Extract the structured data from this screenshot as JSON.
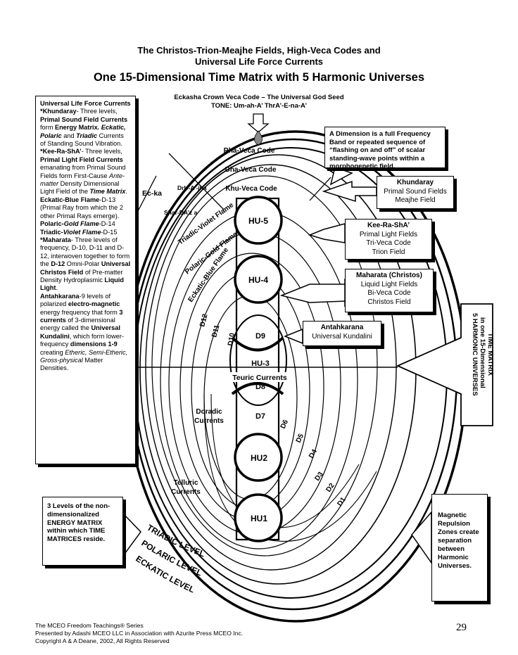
{
  "header": {
    "title_line1": "The Christos-Trion-Meajhe Fields, High-Veca Codes and",
    "title_line2": "Universal Life Force Currents",
    "title_main": "One 15-Dimensional Time Matrix with 5 Harmonic Universes"
  },
  "crown": {
    "line1": "Eckasha Crown Veca Code – The Universal God Seed",
    "line2": "TONE: Um-ah-A’ ThrA’-E-na-A’"
  },
  "left_box": {
    "heading": "Universal Life Force Currents",
    "p1_term": "*Khundaray",
    "p1_text": "- Three levels,",
    "p1_bold": "Primal Sound Field Currents",
    "p1_text2": " form ",
    "p1_bold2": "Energy Matrix",
    "p1_italic": ". Eckatic, Polaric",
    "p1_text3": " and ",
    "p1_italic2": "Triadic",
    "p1_text4": " Currents of Standing Sound Vibration.",
    "p2_term": "*Kee-Ra-ShA’",
    "p2_text": "- Three levels,",
    "p2_bold": "Primal Light Field Currents",
    "p2_text2": " emanating from Primal Sound Fields form First-Cause ",
    "p2_italic": "Ante-matter",
    "p2_text3": " Density Dimensional Light Field of the ",
    "p2_bold_italic": "Time Matrix",
    "p2_text4": ".",
    "p3_term": "Eckatic-Blue Flame",
    "p3_text": "-D-13 (Primal Ray from which the 2 other Primal Rays emerge).",
    "p4_term": "Polaric-",
    "p4_term_italic": "Gold Flame",
    "p4_text": "-D-14",
    "p5_term": "Triadic-",
    "p5_term_italic": "Violet Flame",
    "p5_text": "-D-15",
    "p6_term": "*Maharata",
    "p6_text": "- Three levels of frequency, D-10, D-11 and D-12, interwoven together to form the ",
    "p6_bold": "D-12",
    "p6_text2": " Omni-Polar ",
    "p6_bold2": "Universal Christos Field",
    "p6_text3": " of Pre-matter Density Hydroplasmic ",
    "p6_bold3": "Liquid Light",
    "p6_text4": ".",
    "p7_term": "Antahkarana",
    "p7_text": "-9 levels of polarized ",
    "p7_bold": "electro-magnetic",
    "p7_text2": " energy frequency that form ",
    "p7_bold2": "3 currents",
    "p7_text3": " of 3-dimensional energy called the ",
    "p7_bold3": "Universal Kundalini",
    "p7_text4": ", which form lower-frequency ",
    "p7_bold4": "dimensions 1-9",
    "p7_text5": " creating ",
    "p7_italic": "Etheric, Semi-Etheric, Gross-physical",
    "p7_text6": " Matter Densities."
  },
  "definition_box": "A Dimension is a full Frequency Band or repeated sequence of “flashing on and off” of scalar standing-wave points within a morphogenetic field.",
  "callouts": {
    "khundaray": {
      "title": "Khundaray",
      "line1": "Primal Sound Fields",
      "line2": "Meajhe Field"
    },
    "keerasha": {
      "title": "Kee-Ra-ShA’",
      "line1": "Primal Light Fields",
      "line2": "Tri-Veca Code",
      "line3": "Trion Field"
    },
    "maharata": {
      "title": "Maharata (Christos)",
      "line1": "Liquid Light Fields",
      "line2": "Bi-Veca Code",
      "line3": "Christos Field"
    },
    "antahkarana": {
      "title": "Antahkarana",
      "line1": "Universal Kundalini"
    }
  },
  "right_arrow": {
    "line1": "5 HARMONIC UNIVERSES",
    "line2": "in one 15-Dimensional",
    "line3": "TIME MATRIX"
  },
  "lower_left_box": "3 Levels of the non-dimensionalized ENERGY MATRIX within which TIME MATRICES reside.",
  "lower_right_box": "Magnetic Repulsion Zones create separation between Harmonic Universes.",
  "diagram": {
    "codes": {
      "rha": "Rha-Veca Code",
      "dha": "Dha-Veca Code",
      "khu": "Khu-Veca Code"
    },
    "ecka": "Ec-ka",
    "dru": "DrU-A’-jha",
    "shar": "Shar-DA’z a",
    "flames": {
      "violet": "Triadic-Violet Flame",
      "gold": "Polaric-Gold Flame",
      "blue": "Eckatic-Blue Flame"
    },
    "hu": [
      "HU-5",
      "HU-4",
      "HU-3",
      "HU2",
      "HU1"
    ],
    "dims": {
      "d12": "D12",
      "d11": "D11",
      "d10": "D10",
      "d9": "D9",
      "d8": "D8",
      "d7": "D7",
      "d6": "D6",
      "d5": "D5",
      "d4": "D4",
      "d3": "D3",
      "d2": "D2",
      "d1": "D1"
    },
    "teuric": "Teuric Currents",
    "doradic": {
      "line1": "Doradic",
      "line2": "Currents"
    },
    "telluric": {
      "line1": "Telluric",
      "line2": "Currents"
    },
    "levels": {
      "triadic": "TRIADIC LEVEL",
      "polaric": "POLARIC LEVEL",
      "eckatic": "ECKATIC LEVEL"
    }
  },
  "footer": {
    "line1": "The MCEO Freedom Teachings® Series",
    "line2": "Presented by Adashi MCEO LLC in Association with Azurite Press MCEO Inc.",
    "line3": "Copyright A & A  Deane, 2002, All Rights Reserved"
  },
  "page_number": "29"
}
